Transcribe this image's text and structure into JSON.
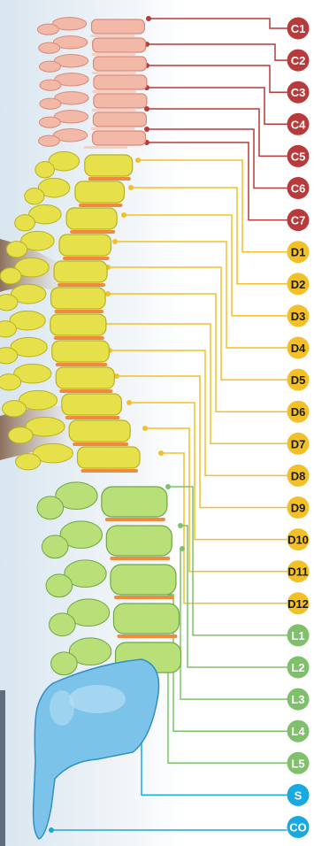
{
  "diagram": {
    "groups": {
      "cervical": {
        "color": "#b83a3a",
        "body": "#f2b8a8",
        "edge": "#d98b7a"
      },
      "dorsal": {
        "color": "#f4c027",
        "body": "#e6e14a",
        "edge": "#b9b21c"
      },
      "lumbar": {
        "color": "#7fc16a",
        "body": "#b8df78",
        "edge": "#6fa844"
      },
      "sacral": {
        "color": "#18a9e1",
        "body": "#7cc3ea",
        "edge": "#2f8fc8"
      }
    },
    "disc_color": "#f08a3c",
    "labels": [
      {
        "text": "C1",
        "group": "cervical"
      },
      {
        "text": "C2",
        "group": "cervical"
      },
      {
        "text": "C3",
        "group": "cervical"
      },
      {
        "text": "C4",
        "group": "cervical"
      },
      {
        "text": "C5",
        "group": "cervical"
      },
      {
        "text": "C6",
        "group": "cervical"
      },
      {
        "text": "C7",
        "group": "cervical"
      },
      {
        "text": "D1",
        "group": "dorsal"
      },
      {
        "text": "D2",
        "group": "dorsal"
      },
      {
        "text": "D3",
        "group": "dorsal"
      },
      {
        "text": "D4",
        "group": "dorsal"
      },
      {
        "text": "D5",
        "group": "dorsal"
      },
      {
        "text": "D6",
        "group": "dorsal"
      },
      {
        "text": "D7",
        "group": "dorsal"
      },
      {
        "text": "D8",
        "group": "dorsal"
      },
      {
        "text": "D9",
        "group": "dorsal"
      },
      {
        "text": "D10",
        "group": "dorsal"
      },
      {
        "text": "D11",
        "group": "dorsal"
      },
      {
        "text": "D12",
        "group": "dorsal"
      },
      {
        "text": "L1",
        "group": "lumbar"
      },
      {
        "text": "L2",
        "group": "lumbar"
      },
      {
        "text": "L3",
        "group": "lumbar"
      },
      {
        "text": "L4",
        "group": "lumbar"
      },
      {
        "text": "L5",
        "group": "lumbar"
      },
      {
        "text": "S",
        "group": "sacral"
      },
      {
        "text": "CO",
        "group": "sacral"
      }
    ]
  }
}
